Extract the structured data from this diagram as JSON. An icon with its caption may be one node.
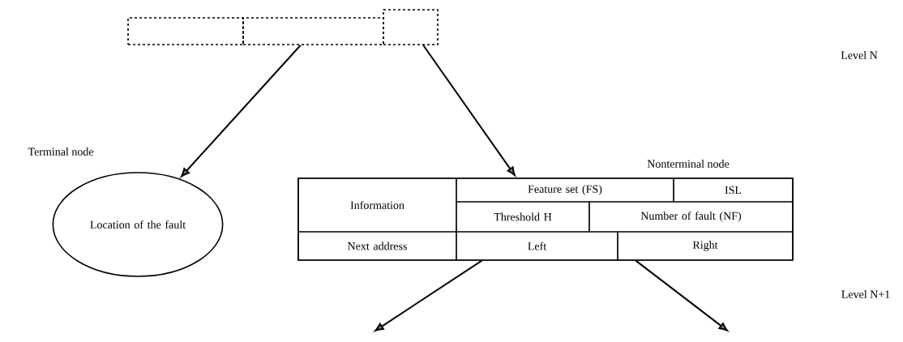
{
  "diagram": {
    "nodes": [
      {
        "text": [],
        "shape": "box"
      },
      {
        "text": [],
        "shape": "box"
      },
      {
        "text": [],
        "shape": "box"
      },
      {
        "text": [
          "Location of the fault"
        ],
        "beside": [
          "Terminal node"
        ]
      },
      {
        "text": [],
        "shape": "box",
        "beside": [
          "Nonterminal node"
        ]
      },
      {
        "text": [
          "Information"
        ],
        "in": 4
      },
      {
        "text": [
          "Feature set (FS)"
        ],
        "in": 4
      },
      {
        "text": [
          "ISL"
        ],
        "in": 4
      },
      {
        "text": [
          "Threshold H"
        ],
        "in": 4
      },
      {
        "text": [
          "Number of fault (NF)"
        ],
        "in": 4
      },
      {
        "text": [
          "Next address"
        ],
        "in": 4
      },
      {
        "text": [
          "Left"
        ],
        "in": 4
      },
      {
        "text": [
          "Right"
        ],
        "in": 4
      }
    ],
    "edges": [
      {
        "from": 1,
        "to": 3,
        "arrow": "to"
      },
      {
        "from": 2,
        "to": 4,
        "arrow": "to"
      },
      {
        "from": 11,
        "to": null,
        "arrow": "to"
      },
      {
        "from": 12,
        "to": null,
        "arrow": "to"
      }
    ],
    "labels": [
      "Level N",
      "Level N+1"
    ]
  }
}
